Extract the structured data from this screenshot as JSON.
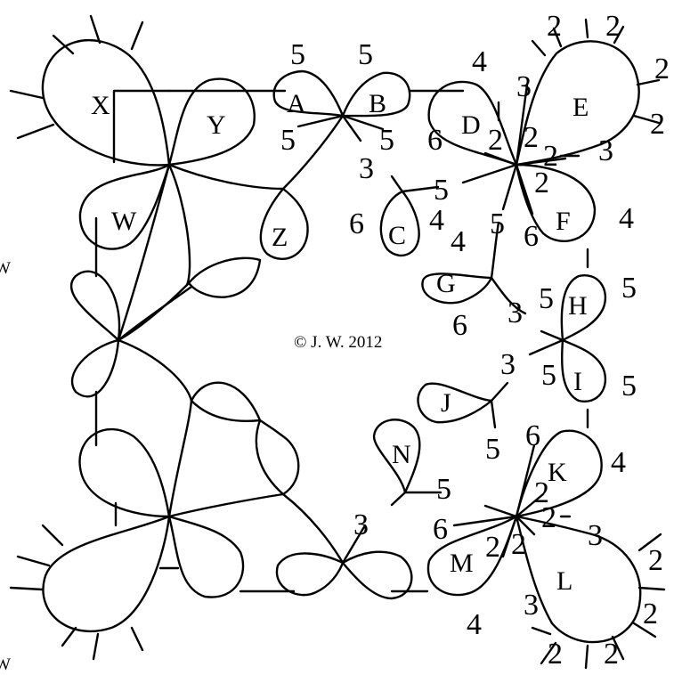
{
  "copyright": "© J. W. 2012",
  "edge_marks": [
    "W",
    "W"
  ],
  "letters": [
    {
      "id": "A",
      "text": "A"
    },
    {
      "id": "B",
      "text": "B"
    },
    {
      "id": "C",
      "text": "C"
    },
    {
      "id": "D",
      "text": "D"
    },
    {
      "id": "E",
      "text": "E"
    },
    {
      "id": "F",
      "text": "F"
    },
    {
      "id": "G",
      "text": "G"
    },
    {
      "id": "H",
      "text": "H"
    },
    {
      "id": "I",
      "text": "I"
    },
    {
      "id": "J",
      "text": "J"
    },
    {
      "id": "K",
      "text": "K"
    },
    {
      "id": "L",
      "text": "L"
    },
    {
      "id": "M",
      "text": "M"
    },
    {
      "id": "N",
      "text": "N"
    },
    {
      "id": "W",
      "text": "W"
    },
    {
      "id": "X",
      "text": "X"
    },
    {
      "id": "Y",
      "text": "Y"
    },
    {
      "id": "Z",
      "text": "Z"
    }
  ],
  "counts": [
    "5",
    "5",
    "5",
    "5",
    "4",
    "2",
    "2",
    "2",
    "2",
    "3",
    "6",
    "2",
    "2",
    "2",
    "2",
    "3",
    "3",
    "5",
    "6",
    "4",
    "5",
    "6",
    "4",
    "4",
    "5",
    "3",
    "5",
    "6",
    "5",
    "3",
    "5",
    "5",
    "6",
    "4",
    "2",
    "2",
    "3",
    "6",
    "2",
    "2",
    "3",
    "2",
    "2",
    "2",
    "2",
    "4",
    "3",
    "5"
  ]
}
